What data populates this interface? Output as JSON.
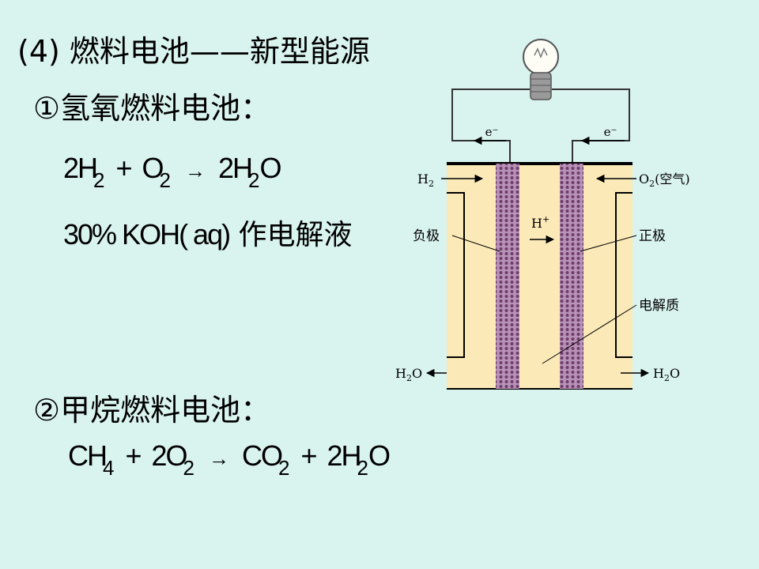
{
  "heading": "(4) 燃料电池——新型能源",
  "hydrogen": {
    "title": "①氢氧燃料电池：",
    "eq": {
      "lhs1": "2H",
      "lhs1_sub": "2",
      "plus1": "+",
      "lhs2": "O",
      "lhs2_sub": "2",
      "arrow": "→",
      "rhs_a": "2H",
      "rhs_sub": "2",
      "rhs_b": "O"
    },
    "electrolyte": {
      "text": "30% KOH( aq)",
      "suffix": " 作电解液"
    }
  },
  "methane": {
    "title": "②甲烷燃料电池：",
    "eq": {
      "a": "CH",
      "a_sub": "4",
      "plus1": "+",
      "b": "2O",
      "b_sub": "2",
      "arrow": "→",
      "c": "CO",
      "c_sub": "2",
      "plus2": "+",
      "d": "2H",
      "d_sub": "2",
      "d2": "O"
    }
  },
  "diagram": {
    "e_left": "e⁻",
    "e_right": "e⁻",
    "h2": "H",
    "h2_sub": "2",
    "o2": "O",
    "o2_sub": "2",
    "o2_suffix": "(空气)",
    "h_plus": "H",
    "h_plus_sup": "+",
    "neg": "负极",
    "pos": "正极",
    "electrolyte": "电解质",
    "water_l": "H",
    "water_l_sub": "2",
    "water_l_b": "O",
    "water_r": "H",
    "water_r_sub": "2",
    "water_r_b": "O"
  },
  "colors": {
    "background": "#d9f3ef",
    "cell_fill": "#fbeab8",
    "electrode": "#8a5a86"
  }
}
